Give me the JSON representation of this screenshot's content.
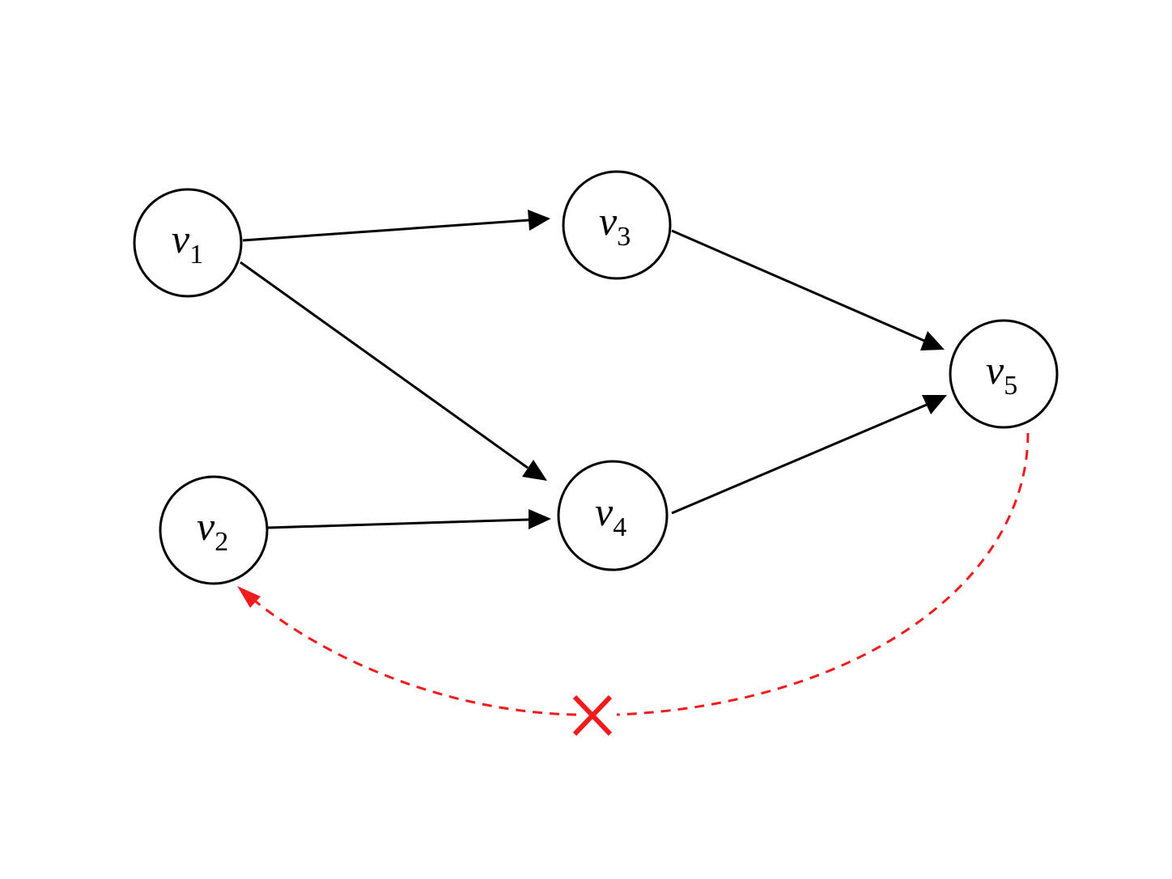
{
  "diagram": {
    "nodes": [
      {
        "id": "v1",
        "var": "v",
        "sub": "1"
      },
      {
        "id": "v2",
        "var": "v",
        "sub": "2"
      },
      {
        "id": "v3",
        "var": "v",
        "sub": "3"
      },
      {
        "id": "v4",
        "var": "v",
        "sub": "4"
      },
      {
        "id": "v5",
        "var": "v",
        "sub": "5"
      }
    ],
    "edges": [
      {
        "from": "v1",
        "to": "v3"
      },
      {
        "from": "v1",
        "to": "v4"
      },
      {
        "from": "v2",
        "to": "v4"
      },
      {
        "from": "v3",
        "to": "v5"
      },
      {
        "from": "v4",
        "to": "v5"
      }
    ],
    "blocked_edge": {
      "from": "v5",
      "to": "v2",
      "style": "dashed",
      "marker": "cross"
    },
    "colors": {
      "edge": "#000000",
      "node_stroke": "#000000",
      "blocked_edge": "#ee1c1c"
    }
  }
}
